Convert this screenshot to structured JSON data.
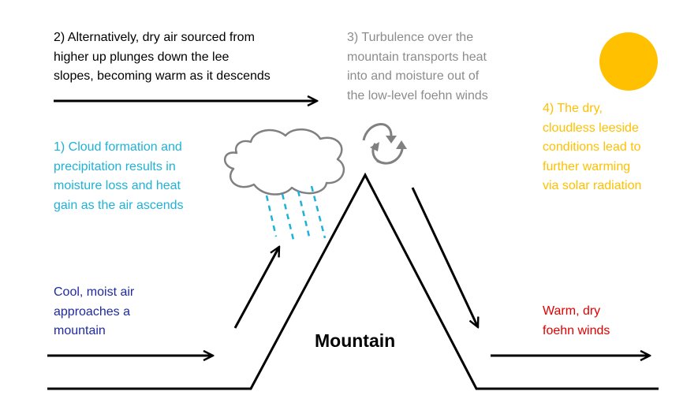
{
  "labels": {
    "alternative_descent": "2) Alternatively, dry air sourced from\nhigher up plunges down the lee\nslopes, becoming warm as it descends",
    "turbulence": "3) Turbulence over the\nmountain transports heat\ninto and moisture out of\nthe low-level foehn winds",
    "cloud_formation": "1) Cloud formation and\nprecipitation results in\nmoisture loss and heat\ngain as the air ascends",
    "solar_warming": "4) The dry,\ncloudless leeside\nconditions lead to\nfurther warming\nvia solar radiation",
    "cool_air": "Cool, moist air\napproaches a\nmountain",
    "warm_winds": "Warm, dry\nfoehn winds",
    "mountain": "Mountain"
  },
  "colors": {
    "black": "#000000",
    "cloud_text": "#1fb2d6",
    "turbulence_text": "#8c8c8c",
    "solar_text": "#ffc000",
    "cool_text": "#1f2aa0",
    "warm_text": "#e00000",
    "sun": "#ffc000",
    "cloud_outline": "#808080",
    "rain": "#1fb2d6"
  },
  "icons": {
    "sun": "sun-icon",
    "cloud": "cloud-icon",
    "rain": "rain-icon",
    "turbulence": "turbulence-swirl-icon"
  }
}
